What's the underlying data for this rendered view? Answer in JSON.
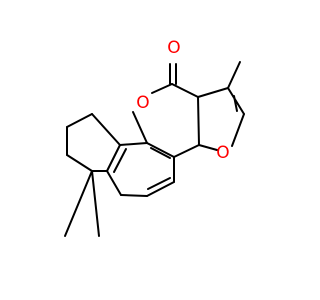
{
  "structure": {
    "atoms": {
      "carbonyl_oxygen": "O",
      "ring_oxygen": "O",
      "furan_oxygen": "O"
    },
    "colors": {
      "bond": "#000000",
      "oxygen": "#ff0000"
    }
  }
}
